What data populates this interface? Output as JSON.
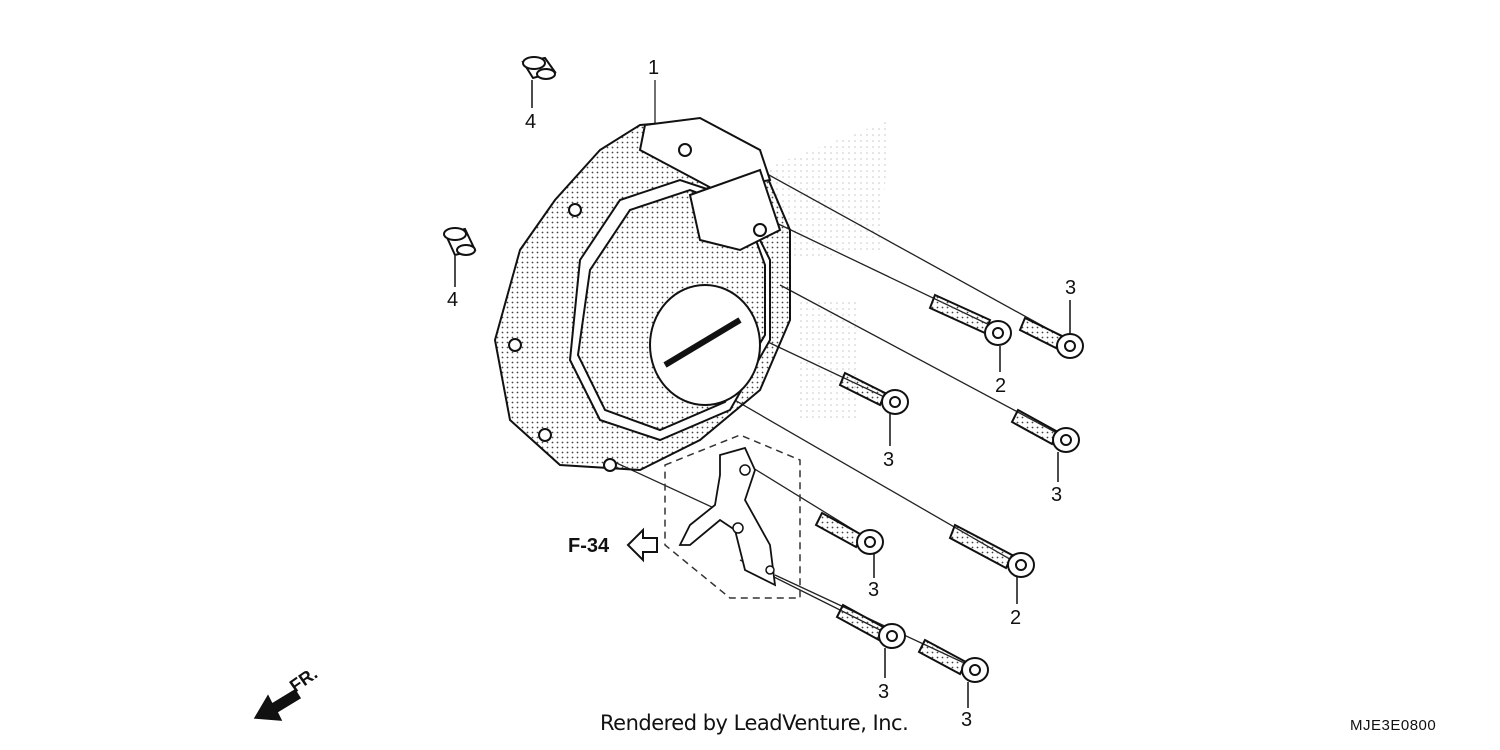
{
  "diagram": {
    "callouts": {
      "cover": "1",
      "bolt_long_a": "2",
      "bolt_long_b": "2",
      "bolt_short_a": "3",
      "bolt_short_b": "3",
      "bolt_short_c": "3",
      "bolt_short_d": "3",
      "bolt_short_e": "3",
      "bolt_short_f": "3",
      "dowel_a": "4",
      "dowel_b": "4"
    },
    "reference": "F-34",
    "front_indicator": "FR.",
    "credit": "Rendered by LeadVenture, Inc.",
    "code": "MJE3E0800"
  }
}
